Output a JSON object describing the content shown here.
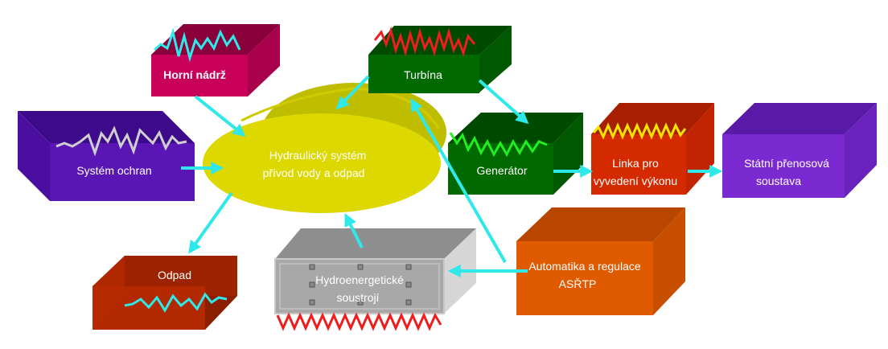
{
  "nodes": {
    "horni_nadrz": {
      "label": "Horní nádrž",
      "color": "#c0004f"
    },
    "turbina": {
      "label": "Turbína",
      "color": "#006400"
    },
    "system_ochran": {
      "label": "Systém ochran",
      "color": "#5a16b4"
    },
    "hydraulicky_system": {
      "label_line1": "Hydraulický systém",
      "label_line2": "přívod vody a odpad",
      "color": "#d9d500"
    },
    "generator": {
      "label": "Generátor",
      "color": "#006400"
    },
    "linka": {
      "label_line1": "Linka pro",
      "label_line2": "vyvedení výkonu",
      "color": "#d52a00"
    },
    "statni_prenosova_soustava": {
      "label_line1": "Státní přenosová",
      "label_line2": "soustava",
      "color": "#7a2ad0"
    },
    "odpad": {
      "label": "Odpad",
      "color": "#9c2200"
    },
    "hydroenergeticke_soustroji": {
      "label_line1": "Hydroenergetické",
      "label_line2": "soustrojí",
      "color": "#a8a8a8"
    },
    "automatika": {
      "label_line1": "Automatika a regulace",
      "label_line2": "ASŘTP",
      "color": "#e05a00"
    }
  },
  "connector_color": "#2ee8ea"
}
